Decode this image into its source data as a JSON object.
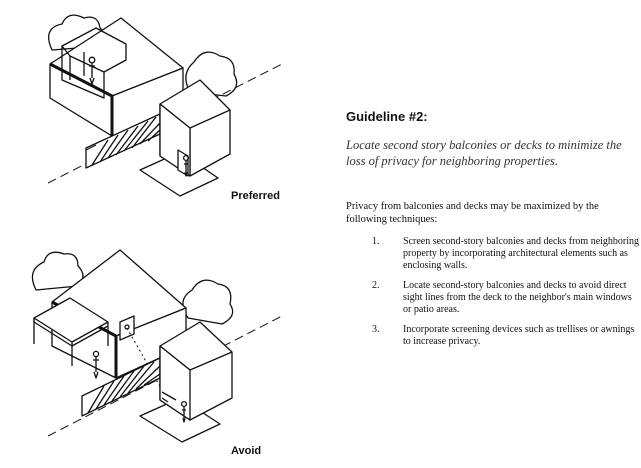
{
  "illustrations": {
    "preferred_caption": "Preferred",
    "avoid_caption": "Avoid"
  },
  "guideline": {
    "heading": "Guideline #2:",
    "statement": "Locate second story balconies or decks to minimize the loss of privacy for neighboring properties.",
    "intro": "Privacy from balconies and decks may be maximized by the following techniques:",
    "techniques": [
      {
        "number": "1.",
        "text": "Screen second-story balconies and decks from neighboring property by incorporating architectural elements such as enclosing walls."
      },
      {
        "number": "2.",
        "text": "Locate second-story balconies and decks to avoid direct sight lines from the deck to the neighbor's main windows or patio areas."
      },
      {
        "number": "3.",
        "text": "Incorporate screening devices such as trellises or awnings to increase privacy."
      }
    ]
  }
}
